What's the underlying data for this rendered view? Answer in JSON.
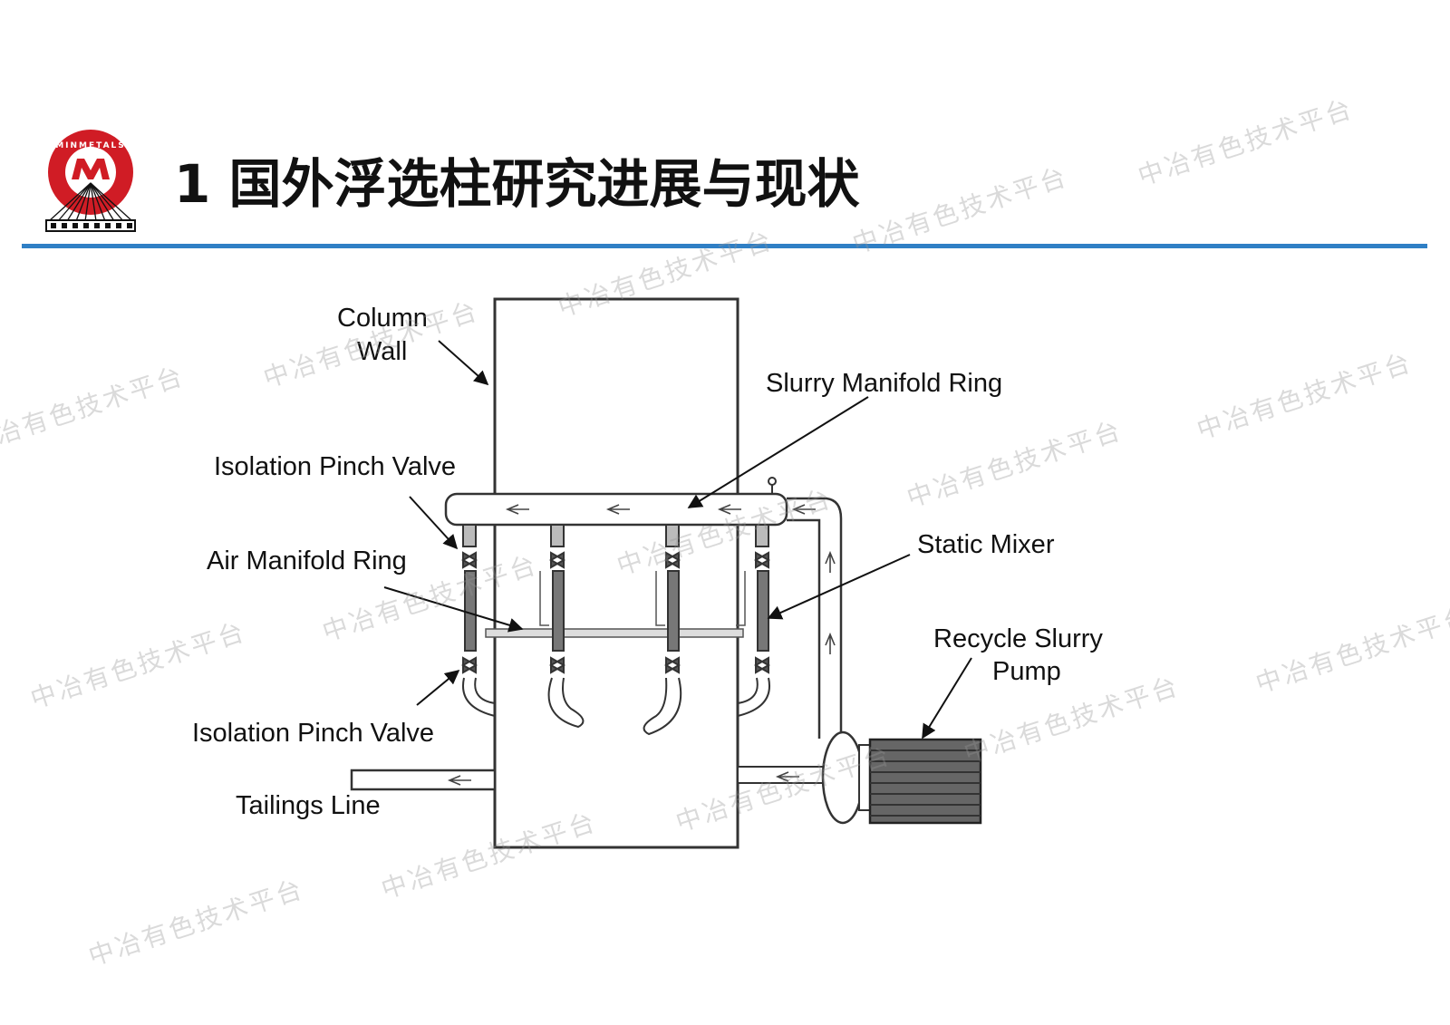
{
  "header": {
    "title": "1 国外浮选柱研究进展与现状",
    "logo_text": "MINMETALS",
    "logo_colors": {
      "red": "#d01c25",
      "dark": "#111111"
    }
  },
  "accent_color": "#2f7fc5",
  "diagram": {
    "labels": {
      "column_wall_1": "Column",
      "column_wall_2": "Wall",
      "slurry_manifold_ring": "Slurry Manifold Ring",
      "isolation_pinch_valve_top": "Isolation Pinch Valve",
      "air_manifold_ring": "Air Manifold Ring",
      "static_mixer": "Static Mixer",
      "recycle_slurry_pump_1": "Recycle Slurry",
      "recycle_slurry_pump_2": "Pump",
      "isolation_pinch_valve_bottom": "Isolation Pinch Valve",
      "tailings_line": "Tailings Line"
    }
  },
  "watermark": {
    "text": "中冶有色技术平台"
  }
}
